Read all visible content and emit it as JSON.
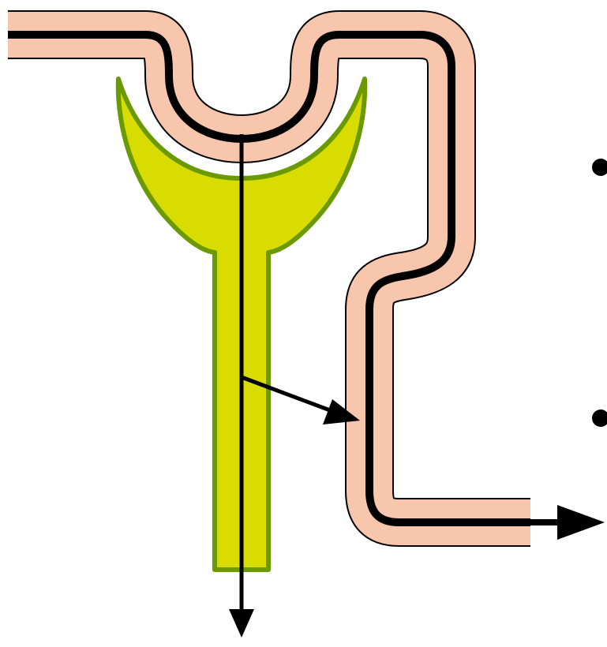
{
  "colors": {
    "background": "#ffffff",
    "tubule_fill": "#f7c6ad",
    "tubule_outline": "#000000",
    "inner_line": "#000000",
    "cup_fill": "#d8dc00",
    "cup_outline": "#6a9a00",
    "arrow": "#000000",
    "bullet": "#000000"
  },
  "shapes": {
    "tubule": "tubule-band",
    "inner_path": "inner-flow-line",
    "cup": "cup-with-stem",
    "arrows": [
      "down-arrow",
      "diagonal-arrow",
      "right-arrow"
    ],
    "bullets": [
      "bullet-dot",
      "bullet-dot"
    ]
  }
}
